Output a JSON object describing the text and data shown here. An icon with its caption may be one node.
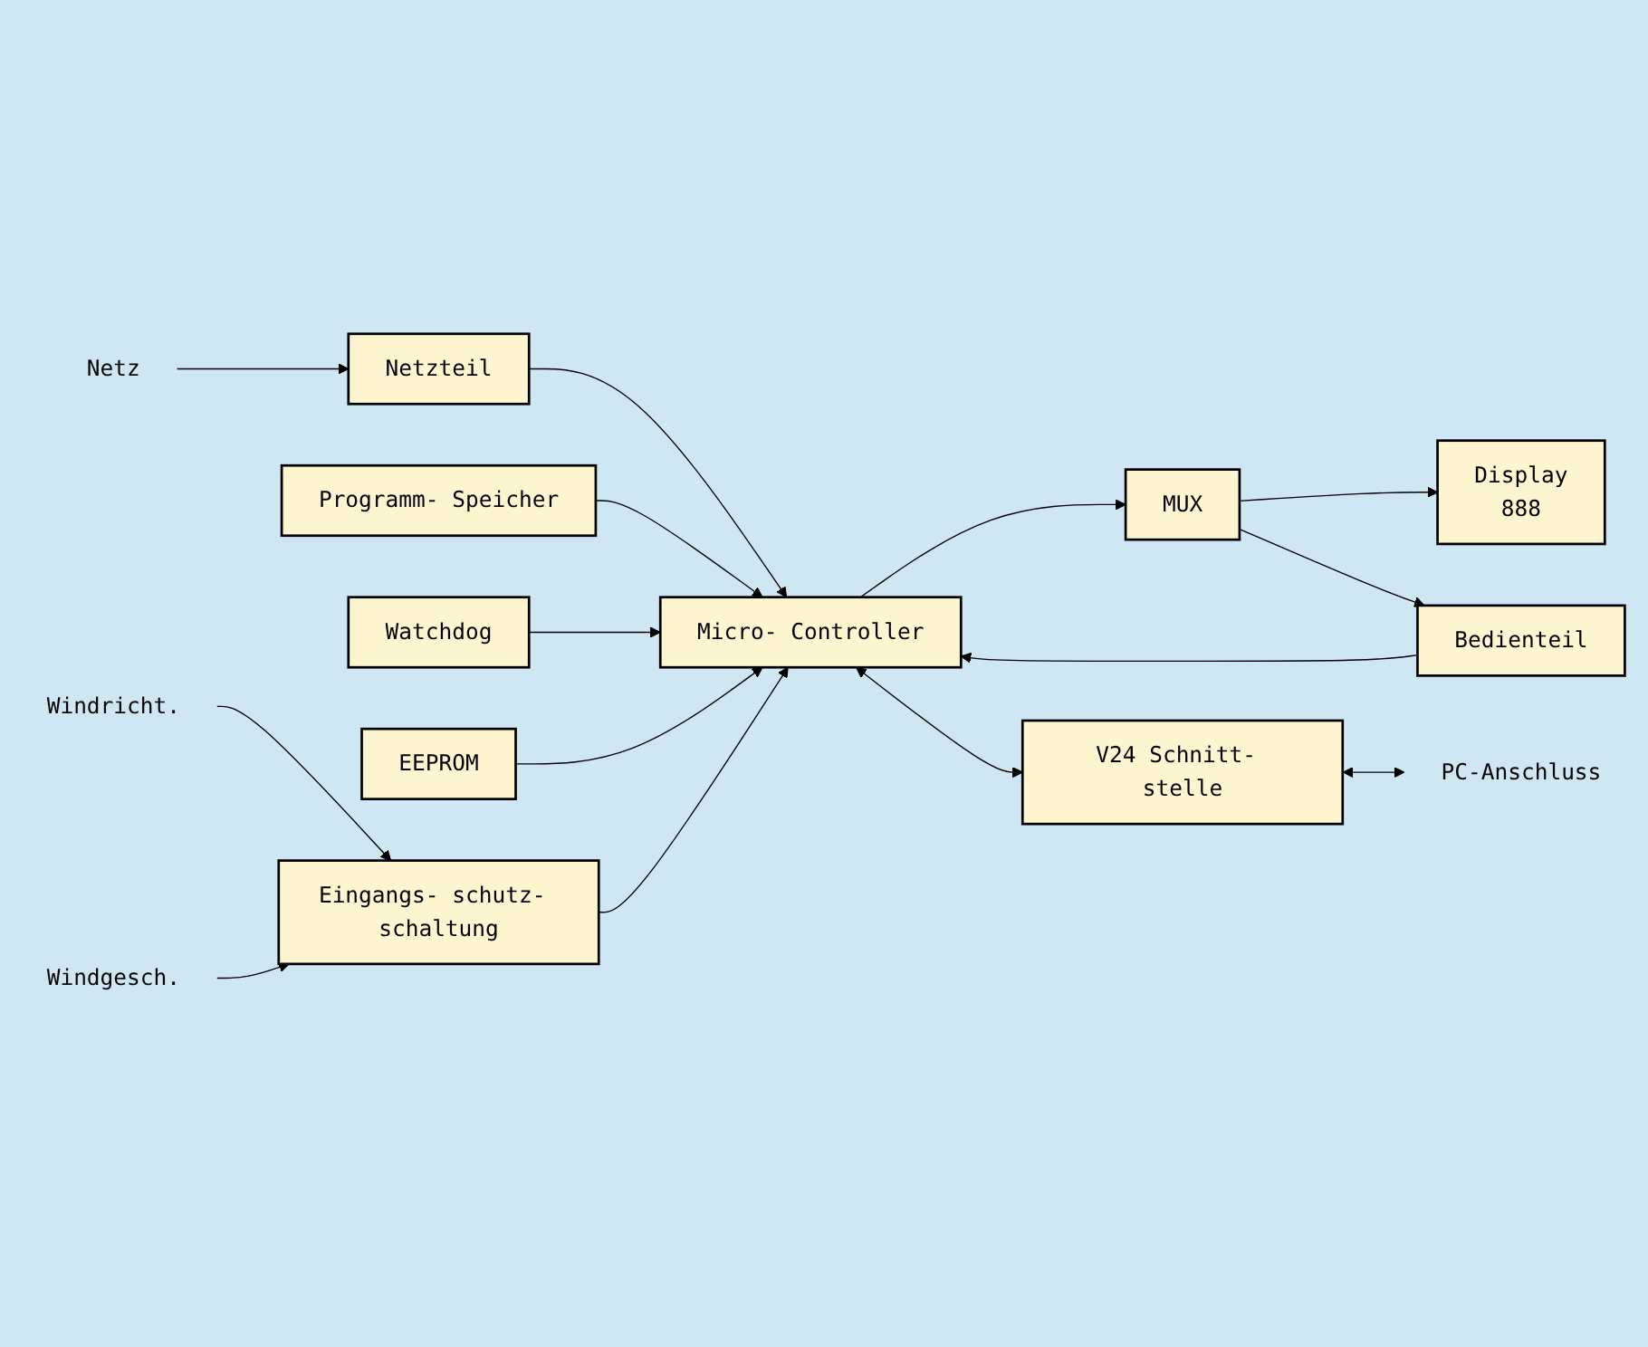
{
  "diagram": {
    "nodes": [
      {
        "text": [
          "Display",
          "888"
        ]
      },
      {
        "text": [
          "Netz"
        ]
      },
      {
        "text": [
          "Netzteil"
        ]
      },
      {
        "text": [
          "Micro- Controller"
        ]
      },
      {
        "text": [
          "MUX"
        ]
      },
      {
        "text": [
          "Programm- Speicher"
        ]
      },
      {
        "text": [
          "Watchdog"
        ]
      },
      {
        "text": [
          "EEPROM"
        ]
      },
      {
        "text": [
          "Bedienteil"
        ]
      },
      {
        "text": [
          "Eingangs- schutz- schaltung"
        ]
      },
      {
        "text": [
          "V24 Schnitt- stelle"
        ]
      },
      {
        "text": [
          "Windricht."
        ]
      },
      {
        "text": [
          "Windgesch."
        ]
      },
      {
        "text": [
          "PC-Anschluss"
        ]
      }
    ],
    "edges": [
      {
        "from": 1,
        "to": 2,
        "arrow": "to"
      },
      {
        "from": 2,
        "to": 3,
        "arrow": "to"
      },
      {
        "from": 3,
        "to": 4,
        "arrow": "to"
      },
      {
        "from": 4,
        "to": 0,
        "arrow": "to"
      },
      {
        "from": 5,
        "to": 3,
        "arrow": "to"
      },
      {
        "from": 6,
        "to": 3,
        "arrow": "to"
      },
      {
        "from": 7,
        "to": 3,
        "arrow": "to"
      },
      {
        "from": 4,
        "to": 8,
        "arrow": "to"
      },
      {
        "from": 8,
        "to": 3,
        "arrow": "to"
      },
      {
        "from": 9,
        "to": 3,
        "arrow": "to"
      },
      {
        "from": 3,
        "to": 10,
        "arrow": "both"
      },
      {
        "from": 10,
        "to": 13,
        "arrow": "both"
      },
      {
        "from": 11,
        "to": 9,
        "arrow": "to"
      },
      {
        "from": 12,
        "to": 9,
        "arrow": "to"
      }
    ]
  }
}
